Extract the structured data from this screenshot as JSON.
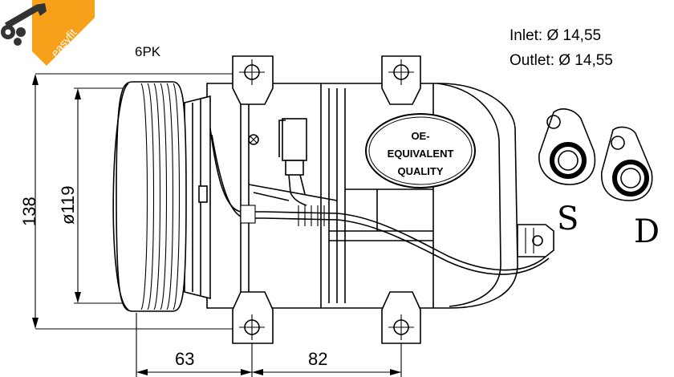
{
  "logo": {
    "text": "easyfit",
    "bg_color": "#f7a11a"
  },
  "labels": {
    "belt": "6PK",
    "inlet": "Inlet: Ø 14,55",
    "outlet": "Outlet: Ø 14,55",
    "badge_line1": "OE-",
    "badge_line2": "EQUIVALENT",
    "badge_line3": "QUALITY",
    "suction_port": "S",
    "discharge_port": "D"
  },
  "dimensions": {
    "overall_height": "138",
    "pulley_diameter": "ø119",
    "pulley_to_mount": "63",
    "mount_spacing": "82"
  }
}
